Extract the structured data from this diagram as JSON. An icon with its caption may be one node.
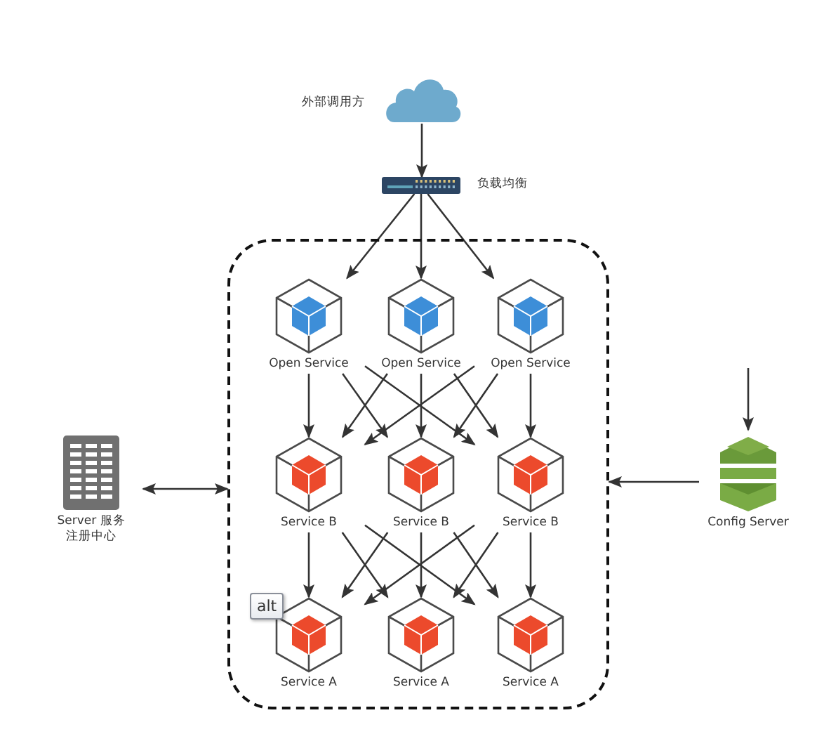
{
  "diagram": {
    "nodes": [
      {
        "text": [
          "外部调用方"
        ]
      },
      {
        "text": [
          "负载均衡"
        ]
      },
      {
        "text": [],
        "shape": "box"
      },
      {
        "text": [
          "Open Service"
        ],
        "in": 2
      },
      {
        "text": [
          "Open Service"
        ],
        "in": 2
      },
      {
        "text": [
          "Open Service"
        ],
        "in": 2
      },
      {
        "text": [
          "Service B"
        ],
        "in": 2
      },
      {
        "text": [
          "Service B"
        ],
        "in": 2
      },
      {
        "text": [
          "Service B"
        ],
        "in": 2
      },
      {
        "text": [
          "Service A"
        ],
        "in": 2
      },
      {
        "text": [
          "Service A"
        ],
        "in": 2
      },
      {
        "text": [
          "Service A"
        ],
        "in": 2
      },
      {
        "text": [
          "Server 服务注册中心"
        ]
      },
      {
        "text": [
          "Config Server"
        ]
      }
    ],
    "edges": [
      {
        "from": 0,
        "to": 1,
        "arrow": "to"
      },
      {
        "from": 1,
        "to": 3,
        "arrow": "to"
      },
      {
        "from": 1,
        "to": 4,
        "arrow": "to"
      },
      {
        "from": 1,
        "to": 5,
        "arrow": "to"
      },
      {
        "from": 3,
        "to": 6,
        "arrow": "to"
      },
      {
        "from": 3,
        "to": 7,
        "arrow": "to"
      },
      {
        "from": 3,
        "to": 8,
        "arrow": "to"
      },
      {
        "from": 4,
        "to": 6,
        "arrow": "to"
      },
      {
        "from": 4,
        "to": 7,
        "arrow": "to"
      },
      {
        "from": 4,
        "to": 8,
        "arrow": "to"
      },
      {
        "from": 5,
        "to": 6,
        "arrow": "to"
      },
      {
        "from": 5,
        "to": 7,
        "arrow": "to"
      },
      {
        "from": 5,
        "to": 8,
        "arrow": "to"
      },
      {
        "from": 6,
        "to": 9,
        "arrow": "to"
      },
      {
        "from": 6,
        "to": 10,
        "arrow": "to"
      },
      {
        "from": 6,
        "to": 11,
        "arrow": "to"
      },
      {
        "from": 7,
        "to": 9,
        "arrow": "to"
      },
      {
        "from": 7,
        "to": 10,
        "arrow": "to"
      },
      {
        "from": 7,
        "to": 11,
        "arrow": "to"
      },
      {
        "from": 8,
        "to": 9,
        "arrow": "to"
      },
      {
        "from": 8,
        "to": 10,
        "arrow": "to"
      },
      {
        "from": 8,
        "to": 11,
        "arrow": "to"
      },
      {
        "from": 12,
        "to": 2,
        "arrow": "both"
      },
      {
        "from": 13,
        "to": 2,
        "arrow": "to"
      },
      {
        "from": null,
        "to": 13,
        "arrow": "to"
      }
    ],
    "labels": [
      "alt"
    ]
  }
}
